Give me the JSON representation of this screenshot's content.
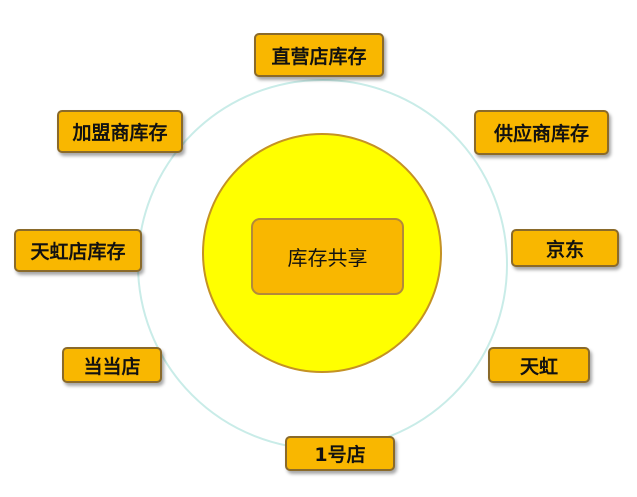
{
  "center": {
    "label": "库存共享"
  },
  "nodes": {
    "zhiying": "直营店库存",
    "jiameng": "加盟商库存",
    "gongying": "供应商库存",
    "tianhong_store": "天虹店库存",
    "jingdong": "京东",
    "dangdang": "当当店",
    "tianhong": "天虹",
    "yihao": "1号店"
  },
  "colors": {
    "node_fill": "#f9b700",
    "node_border": "#8a6a2a",
    "inner_circle_fill": "#ffff00",
    "inner_circle_border": "#c49224",
    "outer_ring": "#c9ece8"
  }
}
